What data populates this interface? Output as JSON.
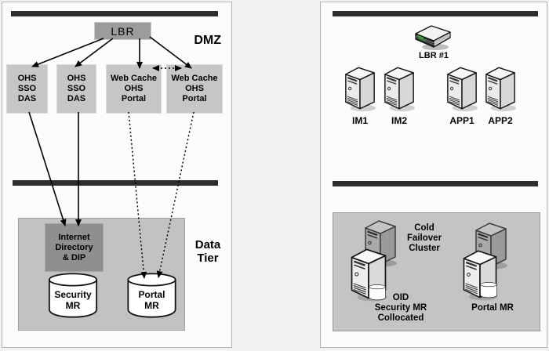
{
  "colors": {
    "tier_bar": "#2e2e2e",
    "light_box_fill": "#c6c6c6",
    "dark_box_fill": "#8f8f8f",
    "lbr_box_fill": "#9c9c9c",
    "data_tier_fill": "#c2c2c2",
    "router_led_green": "#36a536"
  },
  "left_panel": {
    "dmz_label": "DMZ",
    "lbr_label": "LBR",
    "tier1_boxes": [
      {
        "label": "OHS\nSSO\nDAS"
      },
      {
        "label": "OHS\nSSO\nDAS"
      },
      {
        "label": "Web Cache\nOHS\nPortal"
      },
      {
        "label": "Web Cache\nOHS\nPortal"
      }
    ],
    "data_tier_label": "Data Tier",
    "internet_directory_label": "Internet\nDirectory\n& DIP",
    "security_mr_label": "Security\nMR",
    "portal_mr_label": "Portal\nMR"
  },
  "right_panel": {
    "lbr_label": "LBR #1",
    "server_labels": [
      "IM1",
      "IM2",
      "APP1",
      "APP2"
    ],
    "cold_failover_label": "Cold\nFailover\nCluster",
    "oid_cluster_label": "OID\nSecurity MR\nCollocated",
    "portal_cluster_label": "Portal MR"
  }
}
